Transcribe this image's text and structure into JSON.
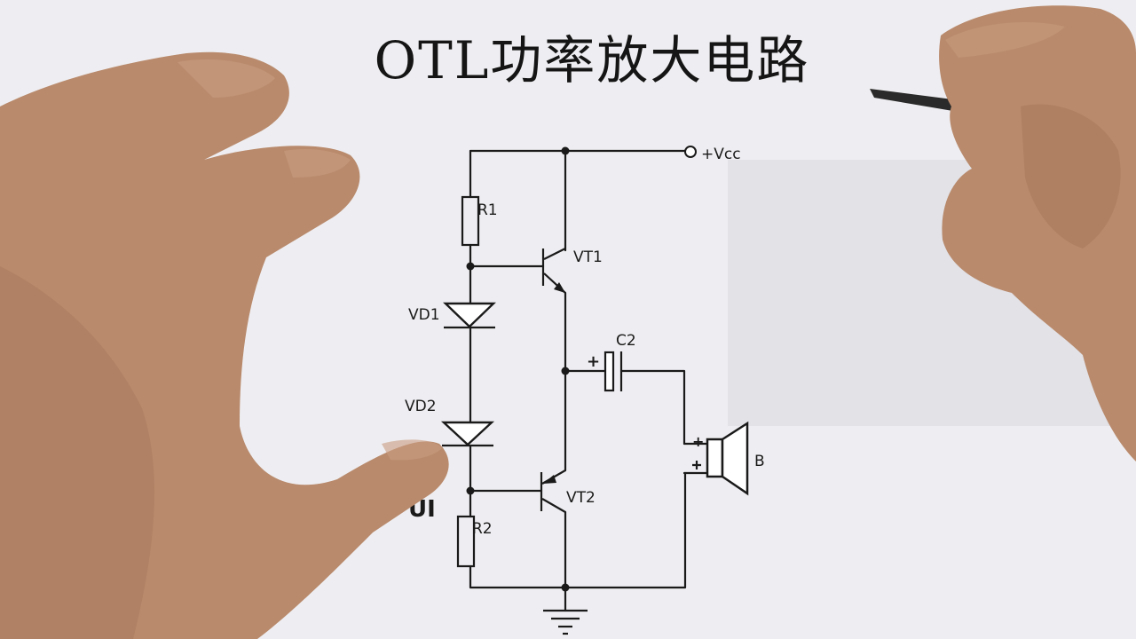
{
  "title": "OTL功率放大电路",
  "labels": {
    "vcc": "+Vcc",
    "r1": "R1",
    "r2": "R2",
    "vd1": "VD1",
    "vd2": "VD2",
    "vt1": "VT1",
    "vt2": "VT2",
    "c2": "C2",
    "c2_plus": "+",
    "speaker": "B",
    "speaker_plus": "+"
  },
  "partial_text": "UI"
}
